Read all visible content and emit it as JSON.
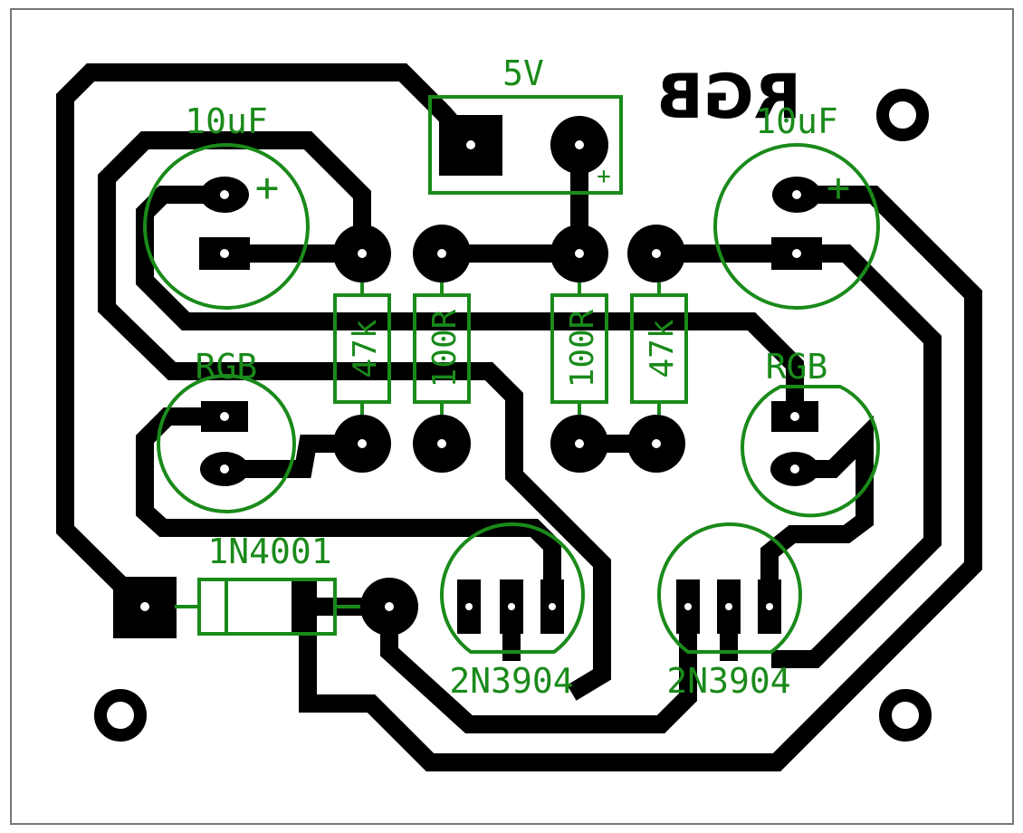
{
  "colors": {
    "copper": "#000000",
    "silkscreen": "#1a8a1a",
    "background": "#ffffff",
    "border": "#777777"
  },
  "labels": {
    "power": "5V",
    "copper_text": "RGB",
    "cap_left": "10uF",
    "cap_right": "10uF",
    "cap_left_plus": "+",
    "cap_right_plus": "+",
    "header_plus": "+",
    "led_left": "RGB",
    "led_right": "RGB",
    "res_1": "47k",
    "res_2": "100R",
    "res_3": "100R",
    "res_4": "47k",
    "diode": "1N4001",
    "transistor_left": "2N3904",
    "transistor_right": "2N3904"
  },
  "icons": [
    "mounting-hole-icon",
    "square-pad-icon",
    "round-pad-icon",
    "oval-pad-icon"
  ]
}
